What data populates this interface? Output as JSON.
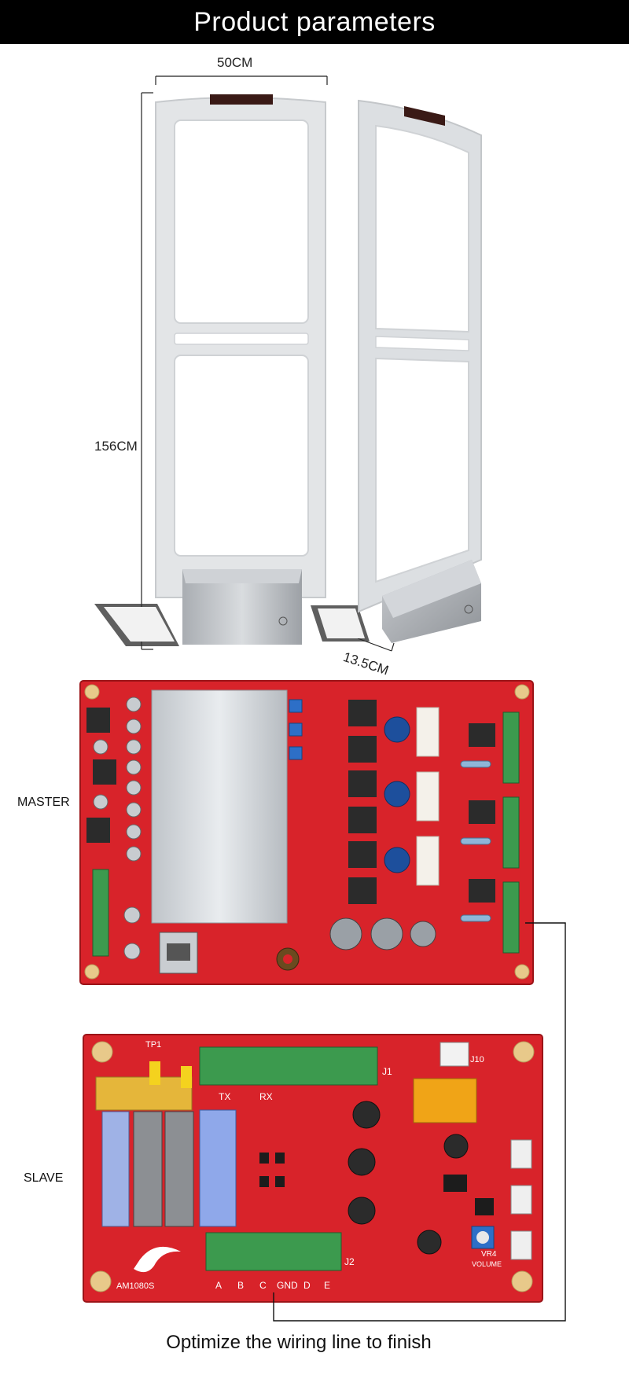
{
  "header": {
    "title": "Product parameters"
  },
  "dimensions": {
    "width": "50CM",
    "height": "156CM",
    "depth": "13.5CM"
  },
  "boards": {
    "master_label": "MASTER",
    "slave_label": "SLAVE",
    "slave_connector_j1": "J1",
    "slave_connector_j2": "J2",
    "slave_j1_pins": [
      "TX",
      "RX"
    ],
    "slave_j2_pins": [
      "A",
      "B",
      "C",
      "GND",
      "D",
      "E"
    ],
    "slave_model": "AM1080S",
    "slave_tp1": "TP1",
    "slave_j10": "J10",
    "slave_vr4": "VR4",
    "slave_volume": "VOLUME"
  },
  "footer": {
    "caption": "Optimize the wiring line to finish"
  },
  "colors": {
    "header_bg": "#000000",
    "pcb_red": "#d8232a",
    "connector_green": "#3c9a4e"
  }
}
